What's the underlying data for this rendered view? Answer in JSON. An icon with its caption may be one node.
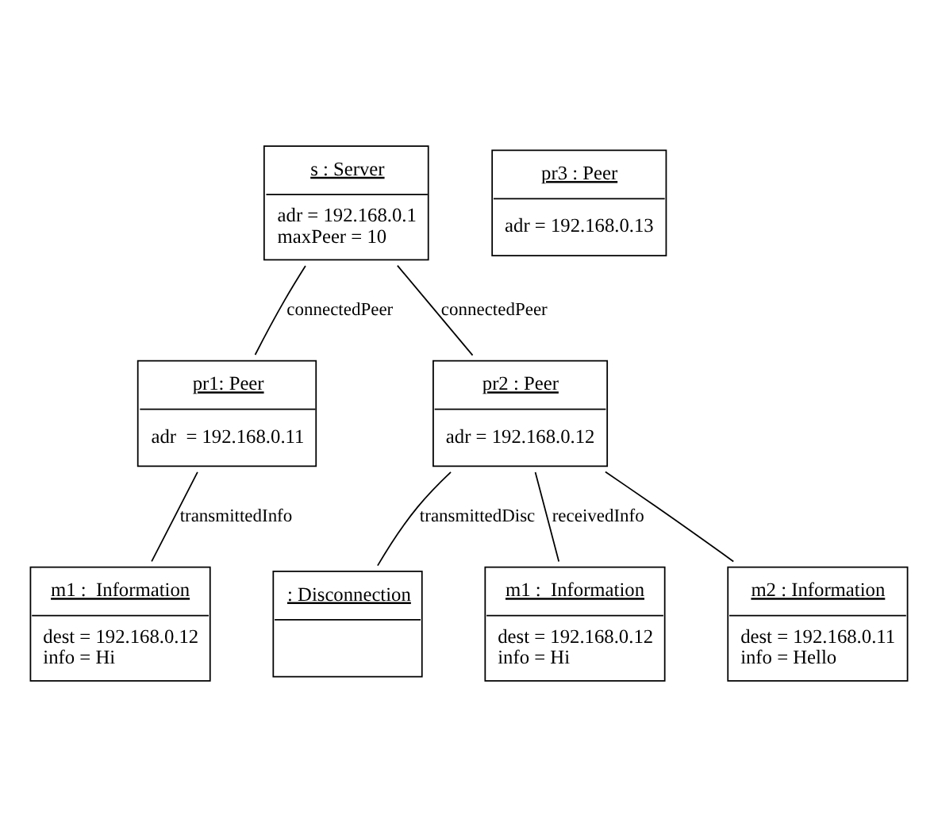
{
  "diagram": {
    "nodes": [
      {
        "text": [
          "s : Server",
          "adr = 192.168.0.1",
          "maxPeer = 10"
        ]
      },
      {
        "text": [
          "pr3 : Peer",
          "adr = 192.168.0.13"
        ]
      },
      {
        "text": [
          "pr1: Peer",
          "adr  = 192.168.0.11"
        ]
      },
      {
        "text": [
          "pr2 : Peer",
          "adr = 192.168.0.12"
        ]
      },
      {
        "text": [
          ": Disconnection"
        ]
      },
      {
        "text": [
          "m1 :  Information",
          "dest = 192.168.0.12",
          "info = Hi"
        ]
      },
      {
        "text": [
          "m1 :  Information",
          "dest = 192.168.0.12",
          "info = Hi"
        ]
      },
      {
        "text": [
          "m2 : Information",
          "dest = 192.168.0.11",
          "info = Hello"
        ]
      }
    ],
    "edges": [
      {
        "from": 0,
        "to": 2,
        "arrow": "none",
        "label": "connectedPeer"
      },
      {
        "from": 0,
        "to": 3,
        "arrow": "none",
        "label": "connectedPeer"
      },
      {
        "from": 3,
        "to": 4,
        "arrow": "none",
        "label": "transmittedDisc"
      },
      {
        "from": 2,
        "to": 5,
        "arrow": "none",
        "label": "transmittedInfo"
      },
      {
        "from": 3,
        "to": 6,
        "arrow": "none",
        "label": "receivedInfo"
      },
      {
        "from": 3,
        "to": 7,
        "arrow": "none"
      }
    ]
  }
}
